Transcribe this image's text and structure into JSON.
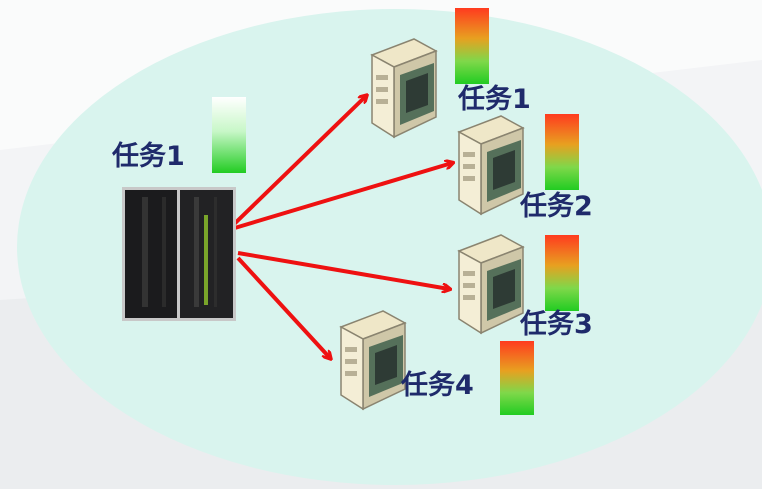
{
  "title": "",
  "master": {
    "task_label": "任务1",
    "icon": "mainframe-server-icon"
  },
  "workers": [
    {
      "task_label": "任务1",
      "icon": "tower-server-icon"
    },
    {
      "task_label": "任务2",
      "icon": "tower-server-icon"
    },
    {
      "task_label": "任务3",
      "icon": "tower-server-icon"
    },
    {
      "task_label": "任务4",
      "icon": "tower-server-icon"
    }
  ],
  "colors": {
    "ellipse_fill": "#d9f4ee",
    "arrow": "#ee1111",
    "label": "#1f2a6b",
    "bar_high": "#ff3b1f",
    "bar_low": "#22cc22"
  }
}
